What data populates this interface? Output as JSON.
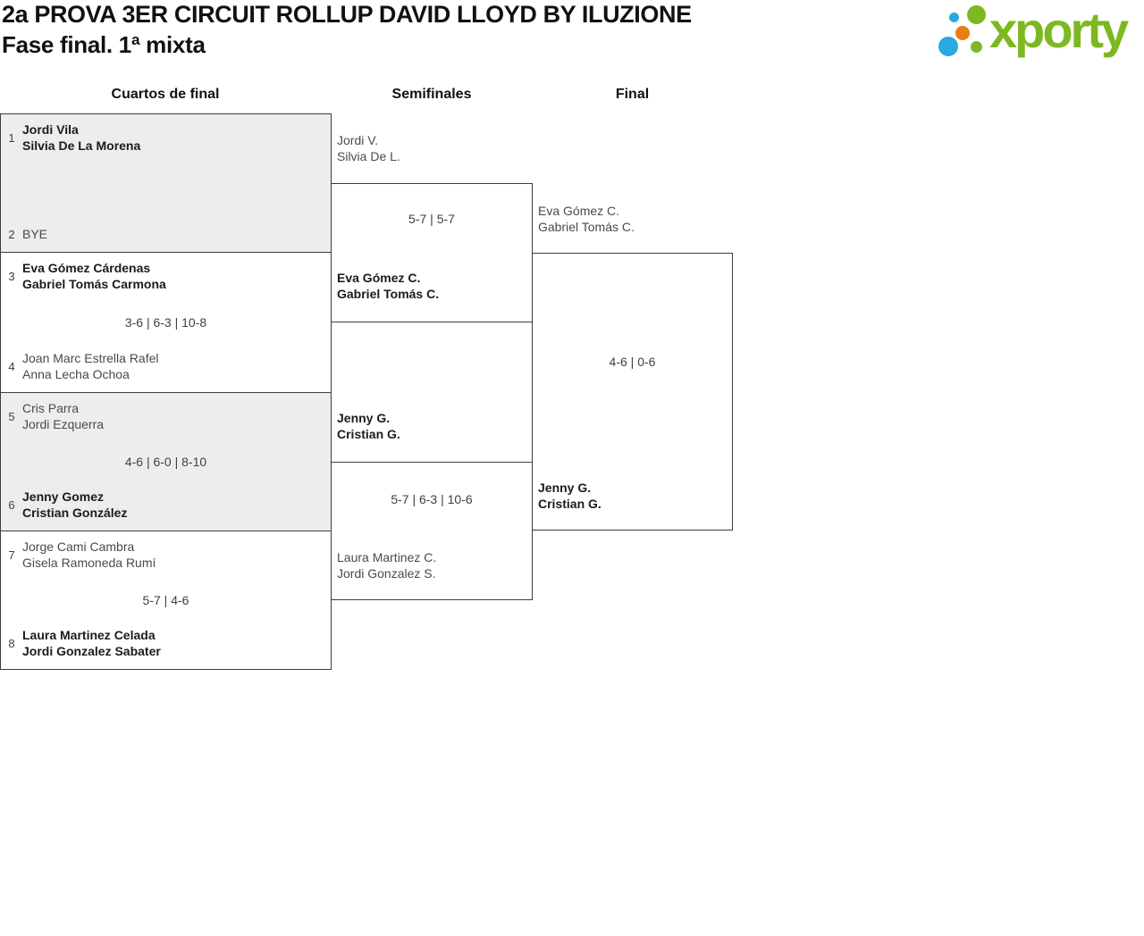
{
  "header": {
    "title": "2a PROVA 3ER CIRCUIT ROLLUP DAVID LLOYD BY ILUZIONE",
    "subtitle": "Fase final. 1ª mixta",
    "logo_text": "xporty"
  },
  "colors": {
    "logo_green": "#7db822",
    "logo_blue": "#29a9e0",
    "logo_orange": "#e87d12",
    "row_shade": "#ededed",
    "border": "#3d3d3d"
  },
  "columns": [
    {
      "label": "Cuartos de final"
    },
    {
      "label": "Semifinales"
    },
    {
      "label": "Final"
    }
  ],
  "bracket": {
    "quarterfinals": [
      {
        "team1": {
          "seed": "1",
          "players": [
            "Jordi Vila",
            "Silvia De La Morena"
          ],
          "winner": true
        },
        "team2": {
          "seed": "2",
          "players": [
            "BYE"
          ],
          "winner": false
        },
        "score": ""
      },
      {
        "team1": {
          "seed": "3",
          "players": [
            "Eva Gómez Cárdenas",
            "Gabriel Tomás Carmona"
          ],
          "winner": true
        },
        "team2": {
          "seed": "4",
          "players": [
            "Joan Marc Estrella Rafel",
            "Anna Lecha Ochoa"
          ],
          "winner": false
        },
        "score": "3-6 | 6-3 | 10-8"
      },
      {
        "team1": {
          "seed": "5",
          "players": [
            "Cris Parra",
            "Jordi Ezquerra"
          ],
          "winner": false
        },
        "team2": {
          "seed": "6",
          "players": [
            "Jenny Gomez",
            "Cristian González"
          ],
          "winner": true
        },
        "score": "4-6 | 6-0 | 8-10"
      },
      {
        "team1": {
          "seed": "7",
          "players": [
            "Jorge Cami Cambra",
            "Gisela Ramoneda Rumí"
          ],
          "winner": false
        },
        "team2": {
          "seed": "8",
          "players": [
            "Laura Martinez Celada",
            "Jordi Gonzalez Sabater"
          ],
          "winner": true
        },
        "score": "5-7 | 4-6"
      }
    ],
    "semifinals": [
      {
        "team1": {
          "players": [
            "Jordi V.",
            "Silvia De L."
          ],
          "winner": false
        },
        "team2": {
          "players": [
            "Eva Gómez C.",
            "Gabriel Tomás C."
          ],
          "winner": true
        },
        "score": "5-7 | 5-7"
      },
      {
        "team1": {
          "players": [
            "Jenny G.",
            "Cristian G."
          ],
          "winner": true
        },
        "team2": {
          "players": [
            "Laura Martinez C.",
            "Jordi Gonzalez S."
          ],
          "winner": false
        },
        "score": "5-7 | 6-3 | 10-6"
      }
    ],
    "final": {
      "team1": {
        "players": [
          "Eva Gómez C.",
          "Gabriel Tomás C."
        ],
        "winner": false
      },
      "team2": {
        "players": [
          "Jenny G.",
          "Cristian G."
        ],
        "winner": true
      },
      "score": "4-6 | 0-6"
    }
  }
}
